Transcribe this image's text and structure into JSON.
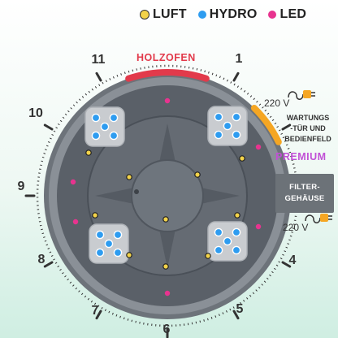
{
  "legend": {
    "items": [
      {
        "label": "LUFT",
        "color": "#f3d34a"
      },
      {
        "label": "HYDRO",
        "color": "#2e9cf0"
      },
      {
        "label": "LED",
        "color": "#e8338f"
      }
    ]
  },
  "clock": {
    "numbers": [
      "1",
      "4",
      "5",
      "6",
      "7",
      "8",
      "9",
      "10",
      "11"
    ]
  },
  "labels": {
    "holzofen": "HOLZOFEN",
    "wartung_line1": "WARTUNGS",
    "wartung_line2": "-TÜR UND",
    "wartung_line3": "BEDIENFELD",
    "premium": "PREMIUM",
    "filter_line1": "FILTER-",
    "filter_line2": "GEHÄUSE",
    "voltage_top": "220 V",
    "voltage_bottom": "220 V"
  },
  "colors": {
    "tub_outer": "#6d737a",
    "tub_rim": "#8a9097",
    "tub_inner": "#5a6068",
    "tub_floor": "#656b73",
    "holzofen_arc": "#e23a4b",
    "wartung_arc": "#f5a623",
    "plug_color": "#f5a623"
  },
  "icons": {
    "plug_top": "power-plug-icon",
    "plug_bottom": "power-plug-icon"
  }
}
